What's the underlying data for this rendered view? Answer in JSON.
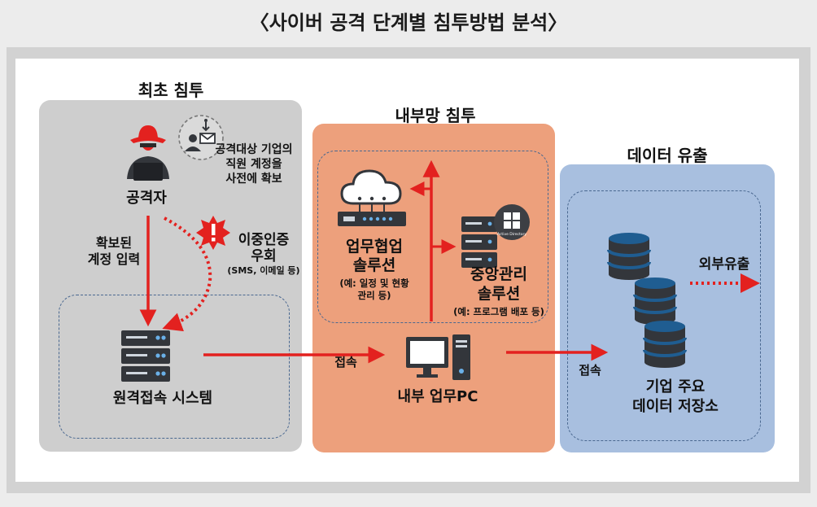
{
  "title": "〈사이버 공격 단계별 침투방법 분석〉",
  "stages": {
    "initial": "최초 침투",
    "internal": "내부망 침투",
    "exfil": "데이터 유출"
  },
  "labels": {
    "attacker": "공격자",
    "account_line1": "공격대상 기업의",
    "account_line2": "직원 계정을",
    "account_line3": "사전에 확보",
    "secured_line1": "확보된",
    "secured_line2": "계정 입력",
    "mfa_line1": "이중인증",
    "mfa_line2": "우회",
    "mfa_note": "(SMS, 이메일 등)",
    "remote": "원격접속 시스템",
    "connect1": "접속",
    "connect2": "접속",
    "collab_line1": "업무협업",
    "collab_line2": "솔루션",
    "collab_note_line1": "(예: 일정 및 현황",
    "collab_note_line2": "관리 등)",
    "central_line1": "중앙관리",
    "central_line2": "솔루션",
    "central_note": "(예: 프로그램 배포 등)",
    "pc": "내부 업무PC",
    "leak": "외부유출",
    "store_line1": "기업 주요",
    "store_line2": "데이터 저장소",
    "ad_badge": "Active Directory"
  },
  "colors": {
    "arrow": "#e3211f",
    "panel_initial": "#cecece",
    "panel_internal": "#eda07c",
    "panel_exfil": "#a8bfdf",
    "icon_dark": "#33363b",
    "db_blue": "#1f5d91"
  },
  "icons": [
    "hacker-icon",
    "account-capture-icon",
    "alert-icon",
    "server-icon",
    "cloud-network-icon",
    "server-stack-icon",
    "windows-logo-icon",
    "desktop-pc-icon",
    "database-icon"
  ]
}
